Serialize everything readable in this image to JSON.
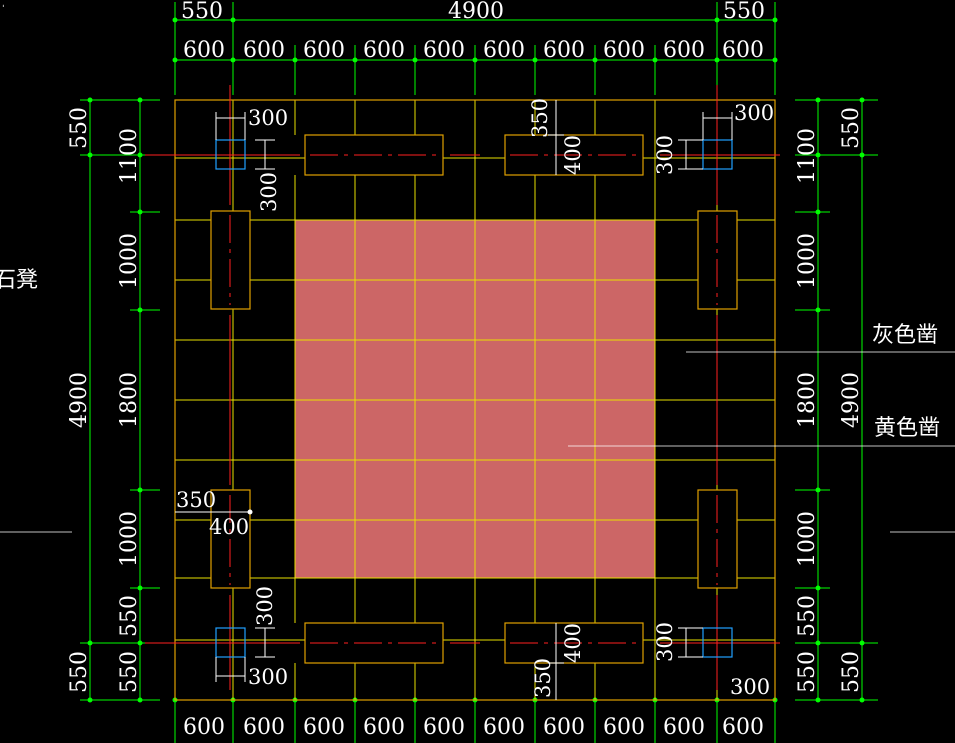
{
  "top_fragment": "ˌ",
  "labels": {
    "stone_bench": "石凳",
    "gray_stone": "灰色凿",
    "yellow_stone": "黄色凿"
  },
  "dims": {
    "total": "4900",
    "edge": "550",
    "grid": "600",
    "row_top": "1100",
    "row_mid_a": "1000",
    "row_center": "1800",
    "row_mid_b": "1000",
    "pier": "300",
    "block_w": "350",
    "block_h": "400"
  },
  "colors": {
    "background": "#000000",
    "dimension_line": "#00ff00",
    "grid_line": "#e8e000",
    "outline": "#e0a000",
    "center_line": "#ff2020",
    "pier_box": "#20a0ff",
    "center_fill": "#cc6666",
    "leader": "#ffffff"
  }
}
